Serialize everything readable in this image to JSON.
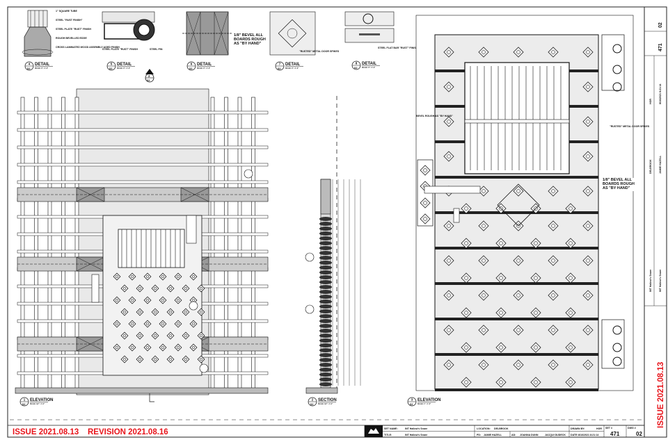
{
  "sheet": {
    "issue_label": "ISSUE 2021.08.13",
    "revision_label": "REVISION 2021.08.16",
    "vertical_issue_label": "ISSUE 2021.08.13",
    "accent_color": "#e8141b"
  },
  "title_block": {
    "set_name_label": "SET NAME:",
    "set_name": "INT Hallow's Snare",
    "title_label": "TITLE:",
    "title": "INT Hallow's Snare",
    "location_label": "LOCATION:",
    "location": "DELBROOK",
    "pd_label": "PD:",
    "pd": "JAMIE HAZELL",
    "ad_label": "AD:",
    "ad": "JOANNA DUNN",
    "ad2": "JACQUI DUDECK",
    "drawn_by_label": "DRAWN BY:",
    "drawn_by": "HGR",
    "date_label": "DATE:",
    "date": "8/16/2021 8:21:14",
    "set_no_label": "SET #",
    "set_no": "471",
    "dwg_no_label": "DWG #",
    "dwg_no": "02"
  },
  "details": [
    {
      "num": "4",
      "sheet": "02",
      "title": "DETAIL",
      "scale": "SCALE: 3\" = 1'-0\"",
      "notes": [
        "1\" SQUARE TUBE",
        "STEEL \"RUST FINISH\"",
        "STEEL PLATE \"RUST\" FINISH",
        "ROUGH BEVELLED EDGE",
        "CROSS LAMINATED WOOD ASSEMBLY AGED FINISH"
      ]
    },
    {
      "num": "5",
      "sheet": "02",
      "title": "DETAIL",
      "scale": "SCALE: 3\" = 1'-0\"",
      "notes": [
        "STEEL PLATE \"RUST\" FINISH",
        "STEEL PIN"
      ]
    },
    {
      "num": "6",
      "sheet": "02",
      "title": "DETAIL",
      "scale": "SCALE: 3\" = 1'-0\"",
      "notes": [
        "1/8\" BEVEL ALL BOARDS ROUGH AS \"BY HAND\""
      ]
    },
    {
      "num": "7",
      "sheet": "02",
      "title": "DETAIL",
      "scale": "SCALE: 3\" = 1'-0\"",
      "notes": [
        "\"RUSTED\" METAL DOOR SPIKES"
      ]
    },
    {
      "num": "8",
      "sheet": "02",
      "title": "DETAIL",
      "scale": "SCALE: 3\" = 1'-0\"",
      "notes": [
        "STEEL FLAT BAR \"RUST\" FINISH"
      ]
    }
  ],
  "views": [
    {
      "num": "1",
      "sheet": "02",
      "title": "ELEVATION",
      "scale": "SCALE: 1/2\" = 1'-0\""
    },
    {
      "num": "2",
      "sheet": "02",
      "title": "SECTION",
      "scale": "SCALE: 1/2\" = 1'-0\""
    },
    {
      "num": "3",
      "sheet": "02",
      "title": "ELEVATION",
      "scale": "SCALE: 1\" = 1'-0\""
    }
  ],
  "elevation3_notes": {
    "bevel_left": "BEVEL ROUGH AS \"BY HAND\"",
    "spikes": "\"RUSTED\" METAL DOOR SPIKES",
    "bevel_right": "1/8\" BEVEL ALL BOARDS ROUGH AS \"BY HAND\""
  },
  "section_marker": {
    "num": "2",
    "sheet": "02"
  }
}
